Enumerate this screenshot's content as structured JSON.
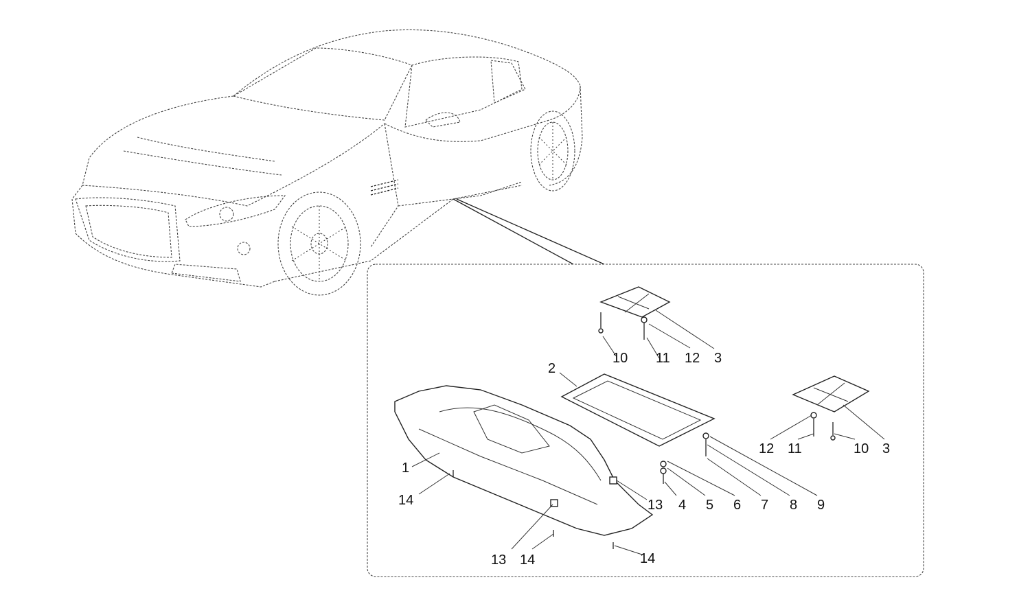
{
  "diagram": {
    "type": "exploded-parts-diagram",
    "subject": "underbody protection panels",
    "callouts": {
      "c1": "1",
      "c2": "2",
      "c3a": "3",
      "c3b": "3",
      "c4": "4",
      "c5": "5",
      "c6": "6",
      "c7": "7",
      "c8": "8",
      "c9": "9",
      "c10a": "10",
      "c10b": "10",
      "c11a": "11",
      "c11b": "11",
      "c12a": "12",
      "c12b": "12",
      "c13a": "13",
      "c13b": "13",
      "c14a": "14",
      "c14b": "14",
      "c14c": "14"
    }
  }
}
